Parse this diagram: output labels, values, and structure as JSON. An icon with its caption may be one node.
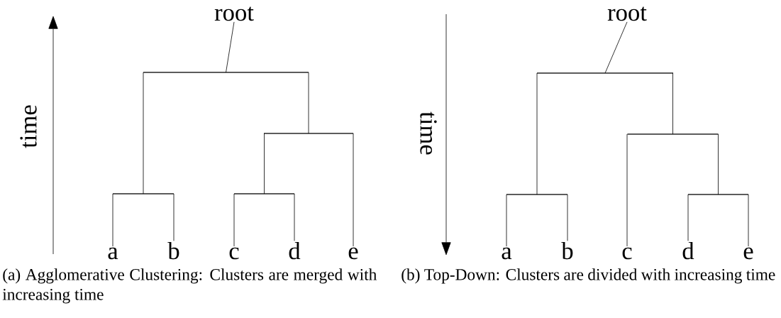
{
  "diagram": {
    "nodes": [
      {
        "text": [
          "root"
        ]
      },
      {
        "text": [],
        "shape": "bar"
      },
      {
        "text": [],
        "shape": "bar"
      },
      {
        "text": [],
        "shape": "bar"
      },
      {
        "text": [],
        "shape": "bar"
      },
      {
        "text": [
          "a"
        ]
      },
      {
        "text": [
          "b"
        ]
      },
      {
        "text": [
          "c"
        ]
      },
      {
        "text": [
          "d"
        ]
      },
      {
        "text": [
          "e"
        ]
      },
      {
        "text": [
          "root"
        ]
      },
      {
        "text": [],
        "shape": "bar"
      },
      {
        "text": [],
        "shape": "bar"
      },
      {
        "text": [],
        "shape": "bar"
      },
      {
        "text": [],
        "shape": "bar"
      },
      {
        "text": [
          "a"
        ]
      },
      {
        "text": [
          "b"
        ]
      },
      {
        "text": [
          "c"
        ]
      },
      {
        "text": [
          "d"
        ]
      },
      {
        "text": [
          "e"
        ]
      }
    ],
    "edges": [
      {
        "from": 0,
        "to": 1,
        "arrow": "none"
      },
      {
        "from": 1,
        "to": 2,
        "arrow": "none"
      },
      {
        "from": 1,
        "to": 3,
        "arrow": "none"
      },
      {
        "from": 2,
        "to": 5,
        "arrow": "none"
      },
      {
        "from": 2,
        "to": 6,
        "arrow": "none"
      },
      {
        "from": 3,
        "to": 4,
        "arrow": "none"
      },
      {
        "from": 3,
        "to": 9,
        "arrow": "none"
      },
      {
        "from": 4,
        "to": 7,
        "arrow": "none"
      },
      {
        "from": 4,
        "to": 8,
        "arrow": "none"
      },
      {
        "from": 10,
        "to": 11,
        "arrow": "none"
      },
      {
        "from": 11,
        "to": 12,
        "arrow": "none"
      },
      {
        "from": 11,
        "to": 13,
        "arrow": "none"
      },
      {
        "from": 12,
        "to": 15,
        "arrow": "none"
      },
      {
        "from": 12,
        "to": 16,
        "arrow": "none"
      },
      {
        "from": 13,
        "to": 17,
        "arrow": "none"
      },
      {
        "from": 13,
        "to": 14,
        "arrow": "none"
      },
      {
        "from": 14,
        "to": 18,
        "arrow": "none"
      },
      {
        "from": 14,
        "to": 19,
        "arrow": "none"
      }
    ],
    "labels": [
      "time",
      "time",
      "(a) Agglomerative Clustering: Clusters are merged with increasing time",
      "(b) Top-Down: Clusters are divided with increasing time"
    ]
  }
}
